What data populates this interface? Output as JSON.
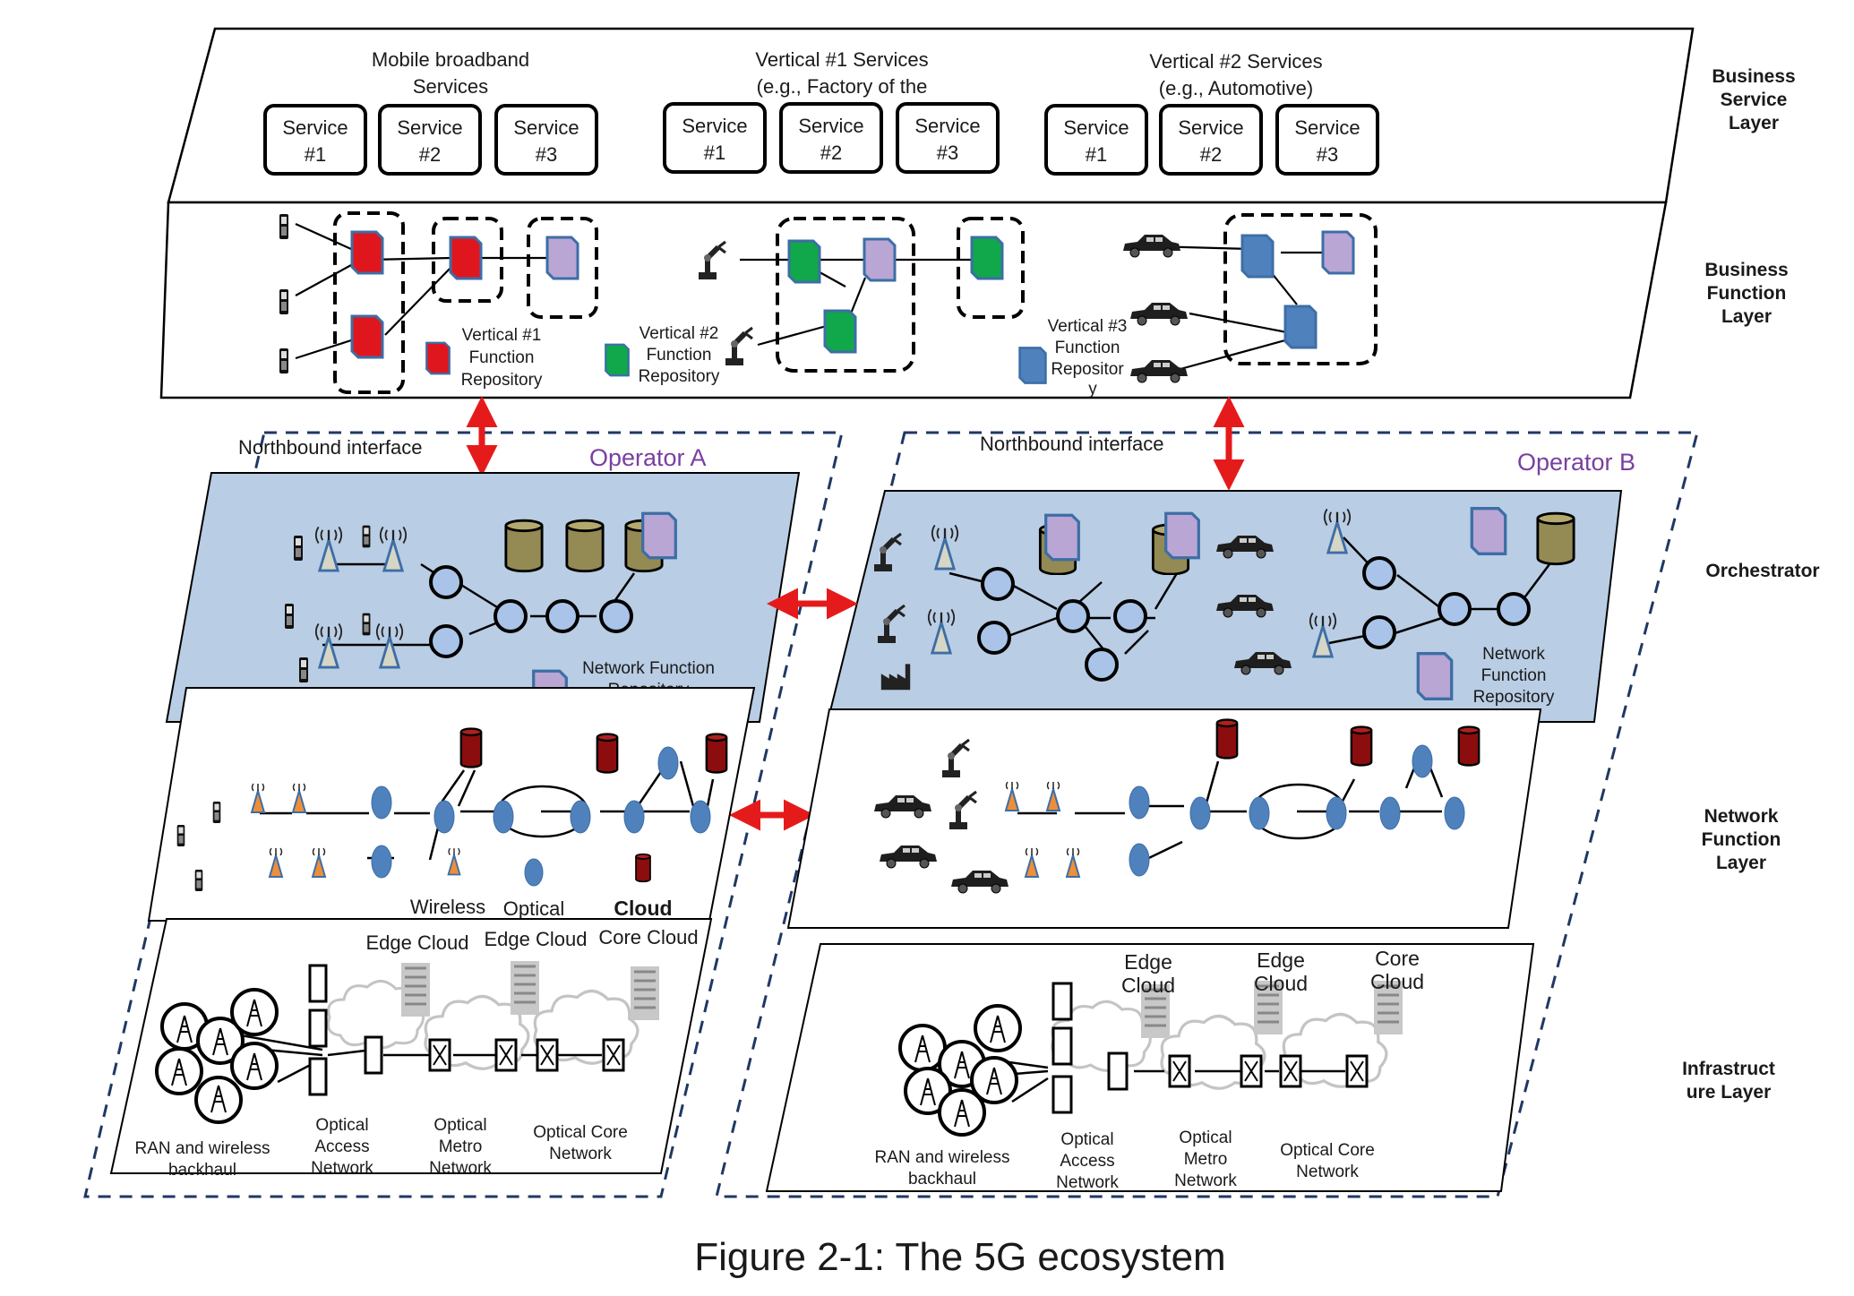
{
  "figure": {
    "caption": "Figure 2-1: The 5G ecosystem"
  },
  "layers": {
    "business_service": [
      "Business",
      "Service",
      "Layer"
    ],
    "business_function": [
      "Business",
      "Function",
      "Layer"
    ],
    "orchestrator": [
      "Orchestrator"
    ],
    "network_function": [
      "Network",
      "Function",
      "Layer"
    ],
    "infrastructure": [
      "Infrastruct",
      "ure Layer"
    ]
  },
  "business_services": {
    "groups": [
      {
        "title": [
          "Mobile broadband",
          "Services"
        ],
        "services": [
          [
            "Service",
            "#1"
          ],
          [
            "Service",
            "#2"
          ],
          [
            "Service",
            "#3"
          ]
        ]
      },
      {
        "title": [
          "Vertical #1 Services",
          "(e.g., Factory of the"
        ],
        "services": [
          [
            "Service",
            "#1"
          ],
          [
            "Service",
            "#2"
          ],
          [
            "Service",
            "#3"
          ]
        ]
      },
      {
        "title": [
          "Vertical #2 Services",
          "(e.g., Automotive)"
        ],
        "services": [
          [
            "Service",
            "#1"
          ],
          [
            "Service",
            "#2"
          ],
          [
            "Service",
            "#3"
          ]
        ]
      }
    ]
  },
  "business_function": {
    "repo1": [
      "Vertical #1",
      "Function",
      "Repository"
    ],
    "repo2": [
      "Vertical #2",
      "Function",
      "Repository"
    ],
    "repo3": [
      "Vertical #3",
      "Function",
      "Repositor",
      "y"
    ]
  },
  "interfaces": {
    "northbound_a": "Northbound interface",
    "northbound_b": "Northbound interface"
  },
  "operators": {
    "a": "Operator A",
    "b": "Operator B"
  },
  "orchestrator": {
    "repo_a": [
      "Network Function",
      "Repository"
    ],
    "repo_b": [
      "Network",
      "Function",
      "Repository"
    ]
  },
  "legend": {
    "wireless": "Wireless",
    "optical": "Optical",
    "cloud": "Cloud"
  },
  "infrastructure": {
    "a": {
      "edge_cloud_1": "Edge Cloud",
      "edge_cloud_2": "Edge Cloud",
      "core_cloud": "Core Cloud",
      "ran": [
        "RAN and wireless",
        "backhaul"
      ],
      "access": [
        "Optical",
        "Access",
        "Network"
      ],
      "metro": [
        "Optical",
        "Metro",
        "Network"
      ],
      "core": [
        "Optical Core",
        "Network"
      ]
    },
    "b": {
      "edge_cloud_1": [
        "Edge",
        "Cloud"
      ],
      "edge_cloud_2": [
        "Edge",
        "Cloud"
      ],
      "core_cloud": [
        "Core",
        "Cloud"
      ],
      "ran": [
        "RAN and wireless",
        "backhaul"
      ],
      "access": [
        "Optical",
        "Access",
        "Network"
      ],
      "metro": [
        "Optical",
        "Metro",
        "Network"
      ],
      "core": [
        "Optical Core",
        "Network"
      ]
    }
  },
  "colors": {
    "red_function": "#e0161e",
    "purple_function": "#b9a6d4",
    "green_function": "#10a84b",
    "blue_function": "#4f81bd",
    "orchestrator_fill": "#b9cde4",
    "node_fill": "#a9c4e8",
    "database": "#948a54",
    "cloud_server": "#8b0d0d",
    "antenna_orange": "#ed8f3a",
    "arrow_red": "#e51b1b",
    "dash_border": "#1f3864",
    "operator_label": "#7a3fa0"
  }
}
